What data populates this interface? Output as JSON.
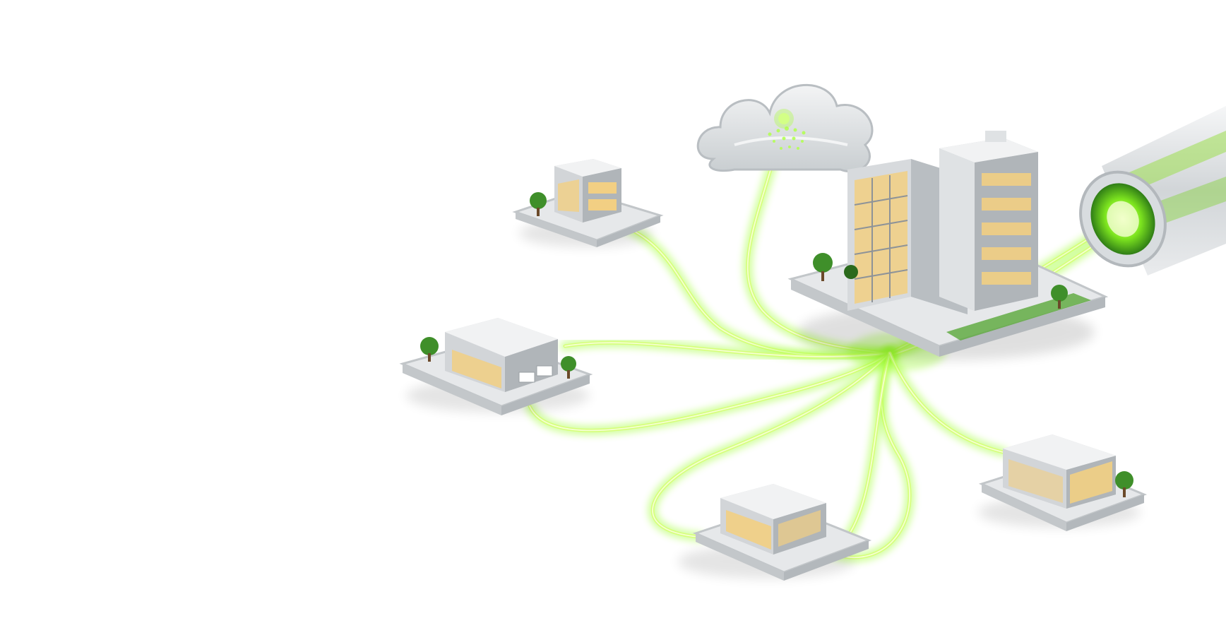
{
  "palette": {
    "background": "#ffffff",
    "glow": "#9dff2e",
    "glow_core": "#f4ffd2",
    "glow_halo": "#d6ff7a",
    "platform_top": "#e8eaec",
    "platform_side": "#c6cacd",
    "wall": "#d4d7da",
    "wall_shade": "#aeb3b7",
    "roof": "#f1f2f3",
    "window_warm": "#f2cf83",
    "window_dark": "#6b5a3c",
    "tree": "#3f8f2a",
    "tree_dark": "#2b6a1c",
    "cloud": "#e3e6e8"
  },
  "scene": {
    "nodes": [
      {
        "kind": "cloud",
        "icon": "cloud-icon"
      },
      {
        "kind": "headquarters-tower",
        "icon": "office-tower-icon"
      },
      {
        "kind": "small-office",
        "icon": "small-office-icon"
      },
      {
        "kind": "warehouse",
        "icon": "warehouse-icon"
      },
      {
        "kind": "store",
        "icon": "store-icon"
      },
      {
        "kind": "kiosk",
        "icon": "kiosk-icon"
      }
    ],
    "conduit": {
      "icon": "fiber-conduit-icon"
    }
  }
}
